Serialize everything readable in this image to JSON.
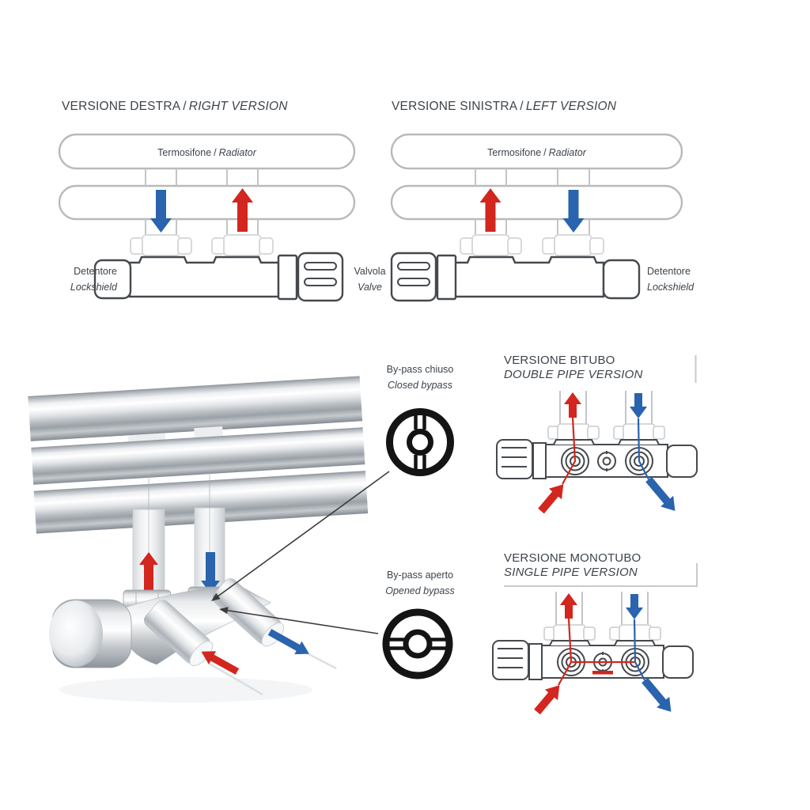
{
  "sep": "/",
  "colors": {
    "hot": "#d2261e",
    "cold": "#2a63ae",
    "ink": "#3d444b",
    "line_dark": "#45494d",
    "line_light": "#c2c5c8"
  },
  "titles": {
    "right_it": "VERSIONE DESTRA",
    "right_en": "RIGHT VERSION",
    "left_it": "VERSIONE SINISTRA",
    "left_en": "LEFT VERSION",
    "double_it": "VERSIONE BITUBO",
    "double_en": "DOUBLE PIPE VERSION",
    "single_it": "VERSIONE MONOTUBO",
    "single_en": "SINGLE PIPE VERSION"
  },
  "labels": {
    "radiator_it": "Termosifone",
    "radiator_en": "Radiator",
    "lockshield_it": "Detentore",
    "lockshield_en": "Lockshield",
    "valve_it": "Valvola",
    "valve_en": "Valve",
    "bypass_closed_it": "By-pass chiuso",
    "bypass_closed_en": "Closed bypass",
    "bypass_open_it": "By-pass aperto",
    "bypass_open_en": "Opened bypass"
  },
  "icons": {
    "closed_bypass": "bypass-closed-dial-icon",
    "opened_bypass": "bypass-open-dial-icon",
    "hot_flow_arrow": "red-arrow",
    "return_flow_arrow": "blue-arrow"
  }
}
